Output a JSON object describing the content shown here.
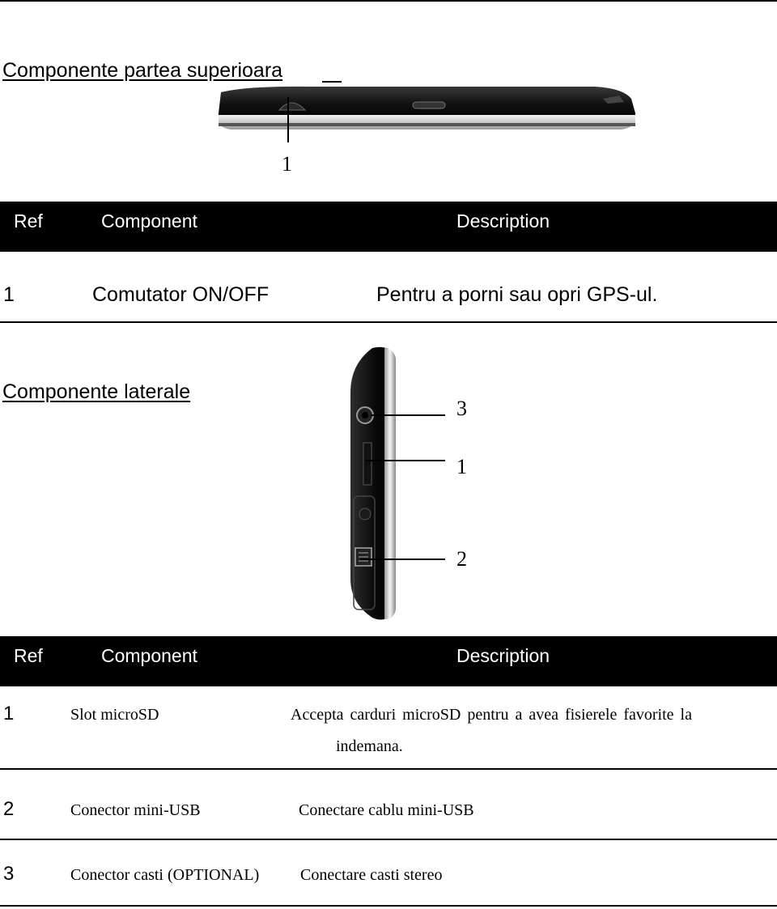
{
  "top_section": {
    "title": "Componente partea superioara",
    "callout_1": "1"
  },
  "top_table": {
    "headers": {
      "ref": "Ref",
      "component": "Component",
      "description": "Description"
    },
    "rows": [
      {
        "ref": "1",
        "component": "Comutator ON/OFF",
        "description": "Pentru a porni sau opri GPS-ul."
      }
    ]
  },
  "side_section": {
    "title": "Componente laterale",
    "callout_3": "3",
    "callout_1": "1",
    "callout_2": "2"
  },
  "side_table": {
    "headers": {
      "ref": "Ref",
      "component": "Component",
      "description": "Description"
    },
    "rows": [
      {
        "ref": "1",
        "component": "Slot microSD",
        "description": "Accepta carduri microSD pentru a avea fisierele favorite la",
        "description_cont": "indemana."
      },
      {
        "ref": "2",
        "component": "Conector mini-USB",
        "description": "Conectare cablu mini-USB"
      },
      {
        "ref": "3",
        "component": "Conector casti (OPTIONAL)",
        "description": "Conectare casti stereo"
      }
    ]
  }
}
